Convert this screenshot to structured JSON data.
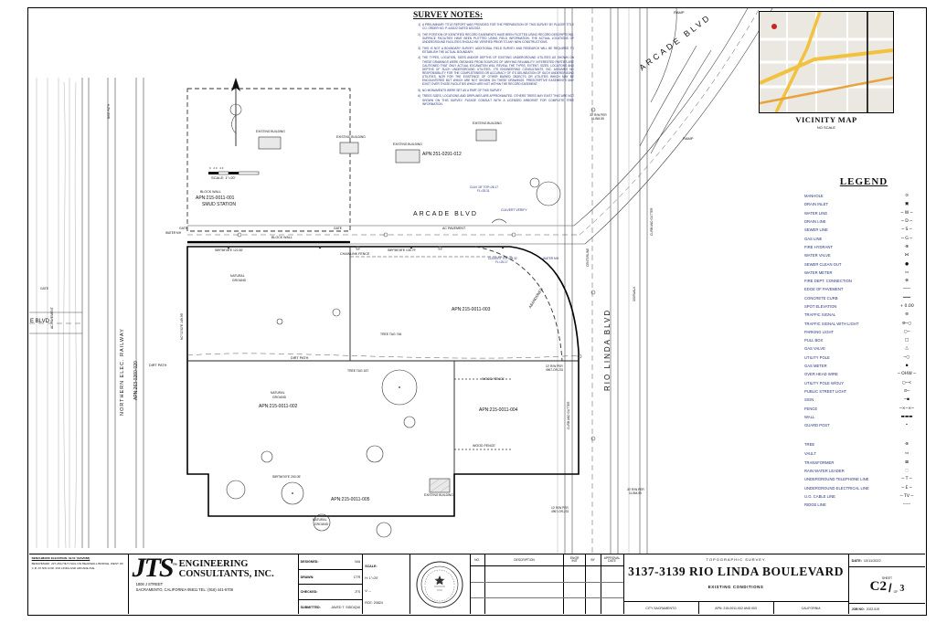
{
  "survey_notes": {
    "title": "SURVEY NOTES:",
    "notes": [
      {
        "num": "1)",
        "text": "A PRELIMINARY TITLE REPORT WAS PROVIDED FOR THE PREPARATION OF THIS SURVEY BY PLACER TITLE CO. ORDER NO. P-443222 DATED 8/2/2022."
      },
      {
        "num": "2)",
        "text": "THE POSITION OF IDENTIFIED RECORD EASEMENTS HAVE BEEN PLOTTED USING RECORD DESCRIPTIONS. SURFACE FACILITIES HAVE BEEN PLOTTED USING FIELD INFORMATION. THE ACTUAL LOCATIONS OF UNDERGROUND FACILITIES SHOULD BE VERIFIED PRIOR TO ANY NEW CONSTRUCTIONS."
      },
      {
        "num": "3)",
        "text": "THIS IS NOT A BOUNDARY SURVEY. ADDITIONAL FIELD SURVEY AND RESEARCH WILL BE REQUIRED TO ESTABLISH THE ACTUAL BOUNDARY."
      },
      {
        "num": "4)",
        "text": "THE TYPES, LOCATION, SIZES AND/OR DEPTHS OF EXISTING UNDERGROUND UTILITIES AS SHOWN ON THESE DRAWINGS WERE OBTAINED FROM SOURCES OF VARYING RELIABILITY. INTERESTED PARTIES ARE CAUTIONED THAT ONLY ACTUAL EXCAVATION WILL REVEAL THE TYPES, EXTENT, SIZES, LOCATIONS AND DEPTHS OF SUCH UNDERGROUND UTILITIES. JTS ENGINEERING CONSULTANTS, INC. ASSUMES NO RESPONSIBILITY FOR THE COMPLETENESS OR ACCURACY OF ITS DELINEATION OF SUCH UNDERGROUND UTILITIES, NOR FOR THE EXISTENCE OF OTHER BURIED OBJECTS OR UTILITIES WHICH MAY BE ENCOUNTERED BUT WHICH ARE NOT SHOWN ON THESE DRAWINGS. PRESCRIPTIVE EASEMENTS MAY EXIST OVER THOSE FACILITIES WHICH ARE NOT WITHIN THE RECORD EASEMENT."
      },
      {
        "num": "5)",
        "text": "NO MONUMENTS WERE SET AS A PART OF THIS SURVEY."
      },
      {
        "num": "6)",
        "text": "TREES SIZES, LOCATIONS AND DRIPLINES ARE APPROXIMATED. OTHERS TREES MAY EXIST THAT ARE NOT SHOWN ON THIS SURVEY. PLEASE CONSULT WITH A LICENSED ARBORIST FOR COMPLETE TREE INFORMATION."
      }
    ]
  },
  "vicinity": {
    "title": "VICINITY MAP",
    "subtitle": "NO SCALE"
  },
  "legend": {
    "title": "LEGEND",
    "items": [
      {
        "label": "MANHOLE",
        "glyph": "⊙"
      },
      {
        "label": "DRAIN INLET",
        "glyph": "▣"
      },
      {
        "label": "WATER LINE",
        "glyph": "─ W ─"
      },
      {
        "label": "DRAIN LINE",
        "glyph": "─ D ─"
      },
      {
        "label": "SEWER LINE",
        "glyph": "─ S ─"
      },
      {
        "label": "GAS LINE",
        "glyph": "─ G ─"
      },
      {
        "label": "FIRE HYDRANT",
        "glyph": "⊕"
      },
      {
        "label": "WATER VALVE",
        "glyph": "⋈"
      },
      {
        "label": "SEWER CLEAN OUT",
        "glyph": "●"
      },
      {
        "label": "WATER METER",
        "glyph": "▭"
      },
      {
        "label": "FIRE DEPT. CONNECTION",
        "glyph": "⊗"
      },
      {
        "label": "EDGE OF PAVEMENT",
        "glyph": "───"
      },
      {
        "label": "CONCRETE CURB",
        "glyph": "═══"
      },
      {
        "label": "SPOT ELEVATION",
        "glyph": "+ 0.00"
      },
      {
        "label": "TRAFFIC SIGNAL",
        "glyph": "⊚"
      },
      {
        "label": "TRAFFIC SIGNAL WITH LIGHT",
        "glyph": "⊚─○"
      },
      {
        "label": "PARKING LIGHT",
        "glyph": "○─"
      },
      {
        "label": "PULL BOX",
        "glyph": "□"
      },
      {
        "label": "GAS VALVE",
        "glyph": "△"
      },
      {
        "label": "UTILITY POLE",
        "glyph": "─○"
      },
      {
        "label": "GAS METER",
        "glyph": "▪"
      },
      {
        "label": "OVER HEAD WIRE",
        "glyph": "─ OHW ─"
      },
      {
        "label": "UTILITY POLE W/GUY",
        "glyph": "○─<"
      },
      {
        "label": "PUBLIC STREET LIGHT",
        "glyph": "⊙─"
      },
      {
        "label": "SIGN",
        "glyph": "─▪"
      },
      {
        "label": "FENCE",
        "glyph": "─×─×─"
      },
      {
        "label": "WALL",
        "glyph": "▬▬▬"
      },
      {
        "label": "GUARD POST",
        "glyph": "•"
      },
      {
        "label": "TREE",
        "glyph": "⊛",
        "style": "margin-top:10px;height:12px"
      },
      {
        "label": "VAULT",
        "glyph": "▭"
      },
      {
        "label": "TRANSFORMER",
        "glyph": "⊠"
      },
      {
        "label": "RAIN WATER LEADER",
        "glyph": "◌"
      },
      {
        "label": "UNDERGROUND TELEPHONE LINE",
        "glyph": "─ T ─"
      },
      {
        "label": "UNDERGROUND ELECTRICAL LINE",
        "glyph": "─ E ─"
      },
      {
        "label": "U.G. CABLE LINE",
        "glyph": "─ TV ─"
      },
      {
        "label": "RIDGE LINE",
        "glyph": "╌╌╌"
      }
    ]
  },
  "plan": {
    "labels": [
      {
        "text": "APN:215-0011-001",
        "style": "left:214px;top:215px;font-size:5px"
      },
      {
        "text": "SMUD STATION",
        "style": "left:221px;top:222px;font-size:5px"
      },
      {
        "text": "APN:251-0291-012",
        "style": "left:462px;top:167px;font-size:5px"
      },
      {
        "text": "APN:215-0011-003",
        "style": "left:494px;top:337px;font-size:5px"
      },
      {
        "text": "APN:215-0011-002",
        "style": "left:283px;top:443px;font-size:5px"
      },
      {
        "text": "APN:215-0011-004",
        "style": "left:524px;top:447px;font-size:5px"
      },
      {
        "text": "APN:215-0011-005",
        "style": "left:362px;top:545px;font-size:5px"
      },
      {
        "text": "ARCADE BLVD",
        "style": "left:452px;top:231px;font-size:7px;letter-spacing:2px"
      },
      {
        "text": "ARCADE BLVD",
        "style": "left:698px;top:72px;font-size:9px;letter-spacing:3px;transform:rotate(-37deg)"
      },
      {
        "text": "RIO LINDA BLVD",
        "style": "left:661px;top:428px;font-size:8px;letter-spacing:2px;transform:rotate(-90deg)"
      },
      {
        "text": "NORTHERN ELEC. RAILWAY",
        "style": "left:132px;top:455px;font-size:5.5px;letter-spacing:1px;transform:rotate(-90deg)"
      },
      {
        "text": "APN:263-0260-020",
        "style": "left:147px;top:438px;font-size:5px;transform:rotate(-90deg)"
      },
      {
        "text": "E BLVD",
        "style": "left:33px;top:349px;font-size:6px"
      },
      {
        "text": "BLOCK WALL",
        "style": "left:219px;top:209px;font-size:3.6px"
      },
      {
        "text": "BLOCK WALL",
        "style": "left:297px;top:259px;font-size:3.6px"
      },
      {
        "text": "EXISTING BUILDING",
        "style": "left:280px;top:143px;font-size:3.3px"
      },
      {
        "text": "EXISTING BUILDING",
        "style": "left:368px;top:149px;font-size:3.3px"
      },
      {
        "text": "EXISTING BUILDING",
        "style": "left:430px;top:157px;font-size:3.3px"
      },
      {
        "text": "EXISTING BUILDING",
        "style": "left:517px;top:134px;font-size:3.3px"
      },
      {
        "text": "EXISTING BUILDING",
        "style": "left:464px;top:541px;font-size:3.3px"
      },
      {
        "text": "AC PAVEMENT",
        "style": "left:484px;top:249px;font-size:3.6px"
      },
      {
        "text": "CHAINLINK FENCE",
        "style": "left:372px;top:277px;font-size:3.6px"
      },
      {
        "text": "CULVERT VERIFY",
        "style": "left:548px;top:229px;font-size:3.4px;color:#26337e"
      },
      {
        "text": "CULVERT TOP=28.32",
        "style": "left:534px;top:282px;font-size:3.2px;color:#26337e"
      },
      {
        "text": "FL=25.17",
        "style": "left:542px;top:286px;font-size:3.2px;color:#26337e"
      },
      {
        "text": "CULV 18\" TOP=28.17",
        "style": "left:514px;top:204px;font-size:3.2px;color:#26337e"
      },
      {
        "text": "FL=25.31",
        "style": "left:522px;top:208px;font-size:3.2px;color:#26337e"
      },
      {
        "text": "WATER MH",
        "style": "left:594px;top:282px;font-size:3.2px;color:#26337e"
      },
      {
        "text": "DIRT PATH",
        "style": "left:318px;top:391px;font-size:3.8px"
      },
      {
        "text": "DIRT PATH",
        "style": "left:163px;top:399px;font-size:3.8px"
      },
      {
        "text": "NATURAL",
        "style": "left:252px;top:301px;font-size:3.4px"
      },
      {
        "text": "GROUND",
        "style": "left:254px;top:306px;font-size:3.4px"
      },
      {
        "text": "NATURAL",
        "style": "left:296px;top:429px;font-size:3.4px"
      },
      {
        "text": "GROUND",
        "style": "left:298px;top:434px;font-size:3.4px"
      },
      {
        "text": "NATURAL",
        "style": "left:342px;top:568px;font-size:3.4px"
      },
      {
        "text": "GROUND",
        "style": "left:344px;top:573px;font-size:3.4px"
      },
      {
        "text": "WOOD FENCE",
        "style": "left:527px;top:414px;font-size:3.6px"
      },
      {
        "text": "WOOD FENCE",
        "style": "left:517px;top:487px;font-size:3.6px"
      },
      {
        "text": "TREE TAG 746",
        "style": "left:416px;top:365px;font-size:3.4px"
      },
      {
        "text": "TREE TAG 187",
        "style": "left:380px;top:405px;font-size:3.4px"
      },
      {
        "text": "10' R/W PER",
        "style": "left:597px;top:400px;font-size:3.2px"
      },
      {
        "text": "4967-OR-231",
        "style": "left:597px;top:404px;font-size:3.2px"
      },
      {
        "text": "10' R/W PER",
        "style": "left:603px;top:555px;font-size:3.2px"
      },
      {
        "text": "4967-OR-231",
        "style": "left:603px;top:559px;font-size:3.2px"
      },
      {
        "text": "30' R/W PER",
        "style": "left:645px;top:125px;font-size:3.2px"
      },
      {
        "text": "11-BM-55",
        "style": "left:647px;top:129px;font-size:3.2px"
      },
      {
        "text": "30' R/W PER",
        "style": "left:686px;top:535px;font-size:3.2px"
      },
      {
        "text": "11-BM-55",
        "style": "left:688px;top:539px;font-size:3.2px"
      },
      {
        "text": "RAMP",
        "style": "left:737px;top:12px;font-size:4px"
      },
      {
        "text": "RAMP",
        "style": "left:747px;top:150px;font-size:4px"
      },
      {
        "text": "GATE",
        "style": "left:196px;top:249px;font-size:3.4px"
      },
      {
        "text": "GATE",
        "style": "left:44px;top:315px;font-size:3.4px"
      },
      {
        "text": "GATE",
        "style": "left:365px;top:249px;font-size:3.4px"
      },
      {
        "text": "WATER MH",
        "style": "left:181px;top:254px;font-size:3.2px"
      },
      {
        "text": "S89°58'08\"E  122.82'",
        "style": "left:235px;top:273px;font-size:3.4px"
      },
      {
        "text": "S89°58'08\"E  135.79'",
        "style": "left:424px;top:273px;font-size:3.4px"
      },
      {
        "text": "N0°01'52\"E  149.99'",
        "style": "left:198px;top:372px;font-size:3.4px;transform:rotate(-90deg)"
      },
      {
        "text": "S89°56'00\"E  200.05'",
        "style": "left:298px;top:521px;font-size:3.4px"
      },
      {
        "text": "ABANDONED",
        "style": "left:578px;top:336px;font-size:4px;transform:rotate(-58deg)"
      },
      {
        "text": "CENTERLINE",
        "style": "left:642px;top:292px;font-size:3.2px;transform:rotate(-90deg)"
      },
      {
        "text": "CURB AND GUTTER",
        "style": "left:621px;top:470px;font-size:3.2px;transform:rotate(-90deg)"
      },
      {
        "text": "CURB AND GUTTER",
        "style": "left:712px;top:258px;font-size:3.2px;transform:rotate(-90deg)"
      },
      {
        "text": "SIDEWALK",
        "style": "left:693px;top:330px;font-size:3.2px;transform:rotate(-90deg)"
      },
      {
        "text": "BIKE PATH",
        "style": "left:118px;top:130px;font-size:3.2px;transform:rotate(-90deg)"
      },
      {
        "text": "AC PAVEMENT",
        "style": "left:56px;top:360px;font-size:3.4px;transform:rotate(-90deg)"
      },
      {
        "text": "SCALE: 1\"=20'",
        "style": "left:231px;top:193px;font-size:4px"
      },
      {
        "text": "0    20    40",
        "style": "left:229px;top:183px;font-size:2.8px;letter-spacing:1px"
      }
    ]
  },
  "titleblock": {
    "benchmark": {
      "line1": "BENCHMARK ELEVATION: 32.51' (NAVD88)",
      "line2": "BENCHMARK: 227-25A HILTI NAIL ON HEADWALL BRIDGE, WEST OF C.R. AT NW COR. RIO LINDA AND ARCADE AVE."
    },
    "firm": {
      "logo": "JTS",
      "tm": "™",
      "name1": "ENGINEERING",
      "name2": "CONSULTANTS, INC.",
      "addr1": "1808 J STREET",
      "addr2": "SACRAMENTO, CALIFORNIA  95811     TEL: (916) 441-6706"
    },
    "credits": {
      "rows": [
        {
          "label": "DESIGNED:",
          "value": "N/A"
        },
        {
          "label": "DRAWN:",
          "value": "CTR"
        },
        {
          "label": "CHECKED:",
          "value": "JTS"
        },
        {
          "label": "SUBMITTED:",
          "value": "JAVED T. SIDDIQUI"
        }
      ],
      "scale_label": "SCALE:",
      "scale_h": "H:  1\"=20'",
      "scale_v": "V:  --",
      "rce": "RCE: 20824"
    },
    "revisions": {
      "headers": [
        {
          "l1": "NO.",
          "l2": "",
          "style": "width:9%"
        },
        {
          "l1": "DESCRIPTION",
          "l2": "",
          "style": "width:52%"
        },
        {
          "l1": "ENGR",
          "l2": "INIT",
          "style": "width:14%"
        },
        {
          "l1": "BY",
          "l2": "",
          "style": "width:10%"
        },
        {
          "l1": "APPROVAL",
          "l2": "DATE",
          "style": "width:15%"
        }
      ]
    },
    "project": {
      "type": "TOPOGRAPHIC SURVEY",
      "title": "3137-3139 RIO LINDA BOULEVARD",
      "subtitle": "EXISTING  CONDITIONS",
      "city": "CITY SACRAMENTO",
      "apn": "APN: 215-0011-002 AND 003",
      "state": "CALIFORNIA"
    },
    "meta": {
      "date_label": "DATE:",
      "date": "10/11/2022",
      "sheet_label": "SHEET",
      "sheet": "C2",
      "slash": "/",
      "of": "OF",
      "total": "3",
      "job_label": "JOB NO:",
      "job": "2022-519"
    }
  }
}
